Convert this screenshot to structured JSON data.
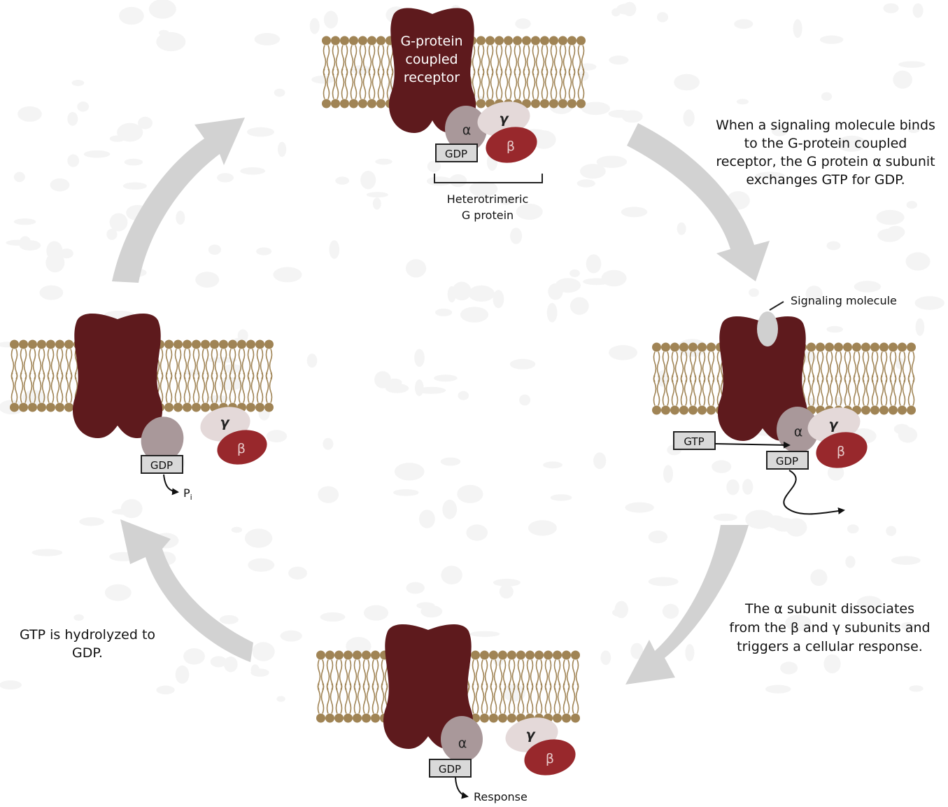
{
  "colors": {
    "receptor": "#5e1a1d",
    "alpha": "#a9989a",
    "gamma": "#e4d9d9",
    "beta": "#98282c",
    "lipid": "#a08455",
    "arrow": "#d2d2d2",
    "box_fill": "#d9d9d9",
    "background_texture": "#f4f4f4"
  },
  "receptor_label": [
    "G-protein",
    "coupled",
    "receptor"
  ],
  "subunits": {
    "alpha": "α",
    "beta": "β",
    "gamma": "γ"
  },
  "boxes": {
    "gdp": "GDP",
    "gtp": "GTP"
  },
  "heterotrimer_label": [
    "Heterotrimeric",
    "G protein"
  ],
  "signaling_molecule_label": "Signaling molecule",
  "pi_label": {
    "main": "P",
    "sub": "i"
  },
  "response_label": "Response",
  "captions": {
    "step1": [
      "When a signaling molecule binds",
      "to the G-protein coupled",
      "receptor, the G protein α subunit",
      "exchanges GTP for GDP."
    ],
    "step2": [
      "The α subunit dissociates",
      "from the β and γ subunits and",
      "triggers a cellular response."
    ],
    "step3": [
      "GTP is hydrolyzed to",
      "GDP."
    ]
  },
  "icons": {
    "cycle_arrows": "curved-block-arrow",
    "flow_arrows": "line-arrow"
  }
}
